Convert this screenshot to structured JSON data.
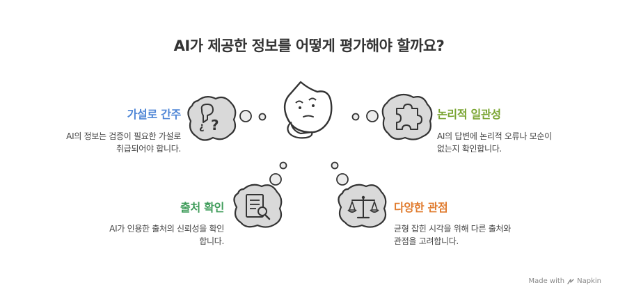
{
  "title": "AI가 제공한 정보를 어떻게 평가해야 할까요?",
  "items": [
    {
      "heading": "가설로 간주",
      "color": "#4f86d6",
      "desc": [
        "AI의 정보는 검증이 필요한 가설로",
        "취급되어야 합니다."
      ],
      "icon": "question-bubble-icon"
    },
    {
      "heading": "논리적 일관성",
      "color": "#7aa532",
      "desc": [
        "AI의 답변에 논리적 오류나 모순이",
        "없는지 확인합니다."
      ],
      "icon": "puzzle-icon"
    },
    {
      "heading": "출처 확인",
      "color": "#3f9c5a",
      "desc": [
        "AI가 인용한 출처의 신뢰성을 확인",
        "합니다."
      ],
      "icon": "document-search-icon"
    },
    {
      "heading": "다양한 관점",
      "color": "#e07b2e",
      "desc": [
        "균형 잡힌 시각을 위해 다른 출처와",
        "관점을 고려합니다."
      ],
      "icon": "balance-scale-icon"
    }
  ],
  "badge": {
    "made_with": "Made with",
    "brand": "Napkin"
  }
}
